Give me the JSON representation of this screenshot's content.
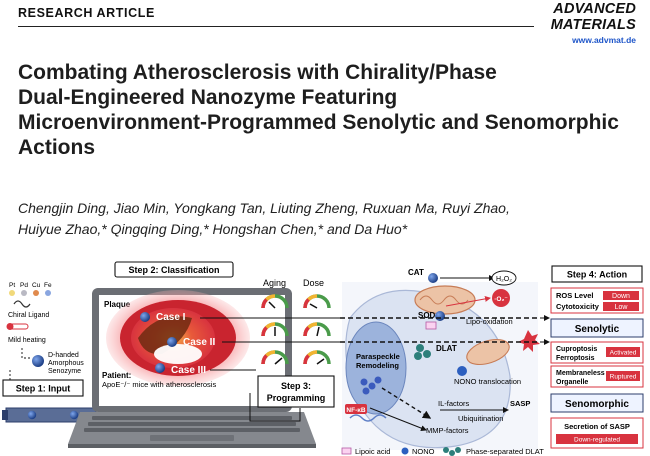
{
  "header": {
    "section": "RESEARCH ARTICLE",
    "brand_line1": "ADVANCED",
    "brand_line2": "MATERIALS",
    "url": "www.advmat.de"
  },
  "title_lines": [
    "Combating Atherosclerosis with Chirality/Phase",
    "Dual-Engineered Nanozyme Featuring",
    "Microenvironment-Programmed Senolytic and Senomorphic",
    "Actions"
  ],
  "author_lines": [
    "Chengjin Ding, Jiao Min, Yongkang Tan, Liuting Zheng, Ruxuan Ma, Ruyi Zhao,",
    "Huiyue Zhao,* Qingqing Ding,* Hongshan Chen,* and Da Huo*"
  ],
  "figure": {
    "metals": [
      "Pt",
      "Pd",
      "Cu",
      "Fe"
    ],
    "chiral_ligand": "Chiral Ligand",
    "mild_heating": "Mild heating",
    "nanozyme": [
      "D-handed",
      "Amorphous",
      "Senozyme"
    ],
    "step1": "Step 1: Input",
    "step2": "Step 2: Classification",
    "step3": [
      "Step 3:",
      "Programming"
    ],
    "step4": "Step 4: Action",
    "plaque": "Plaque",
    "cases": [
      "Case I",
      "Case II",
      "Case III"
    ],
    "patient_label": "Patient:",
    "patient_desc": "ApoE⁻/⁻ mice with atherosclerosis",
    "gauge_headers": [
      "Aging",
      "Dose"
    ],
    "cat": "CAT",
    "sod": "SOD",
    "h2o2": "H₂O₂",
    "o2": "·O₂⁻",
    "paraspeckle": [
      "Paraspeckle",
      "Remodeling"
    ],
    "dlat": "DLAT",
    "lipo_oxidation": "Lipo-oxidation",
    "nono_translocation": "NONO translocation",
    "nfkb": "NF-κB",
    "il_factors": "IL-factors",
    "mmp_factors": "MMP-factors",
    "ubiquitination": "Ubiquitination",
    "sasp": "SASP",
    "ros_level": "ROS Level",
    "down": "Down",
    "cytotoxicity": "Cytotoxicity",
    "low": "Low",
    "senolytic": "Senolytic",
    "cuproptosis": "Cuproptosis",
    "ferroptosis": "Ferroptosis",
    "activated": "Activated",
    "membraneless": "Membraneless",
    "organelle": "Organelle",
    "ruptured": "Ruptured",
    "senomorphic": "Senomorphic",
    "secretion": "Secretion of SASP",
    "down_regulated": "Down-regulated",
    "legend": [
      "Lipoic acid",
      "NONO",
      "Phase-separated DLAT"
    ],
    "colors": {
      "red": "#d8333f",
      "navy": "#2c3e6b",
      "blue": "#3b6cc7",
      "laptop": "#6b6e74",
      "cell": "#cfd9ee"
    }
  }
}
